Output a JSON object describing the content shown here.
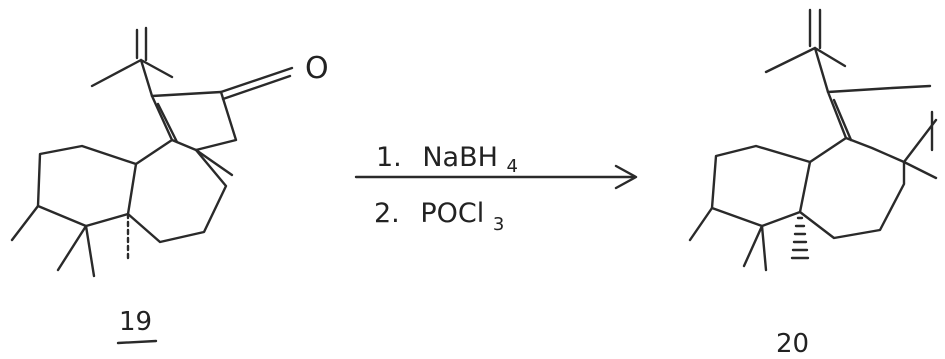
{
  "reaction": {
    "reactant": {
      "label": "19",
      "heteroatom": "O"
    },
    "product": {
      "label": "20"
    },
    "conditions": {
      "step1_number": "1.",
      "step1_reagent": "NaBH",
      "step1_subscript": "4",
      "step2_number": "2.",
      "step2_reagent": "POCl",
      "step2_subscript": "3"
    },
    "arrow": {
      "direction": "right"
    }
  },
  "colors": {
    "ink": "#2a2a2a",
    "background": "#ffffff"
  }
}
